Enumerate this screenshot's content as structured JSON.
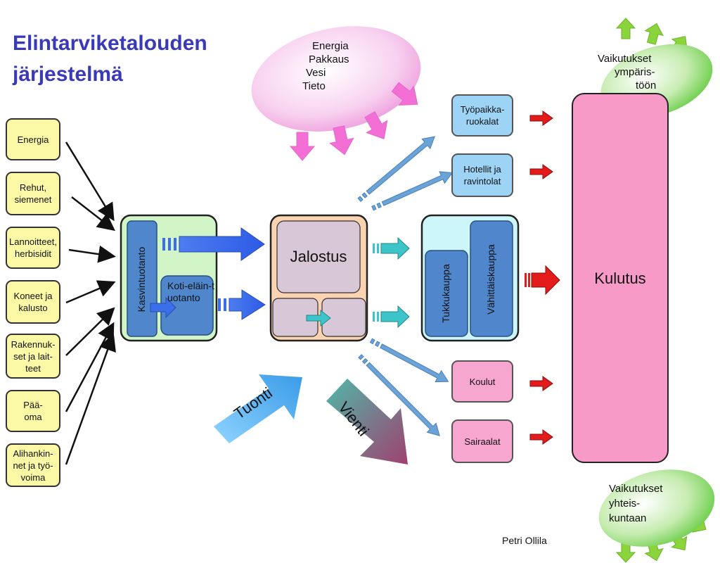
{
  "title": {
    "line1": "Elintarviketalouden",
    "line2": "järjestelmä"
  },
  "inputs": [
    "Energia",
    "Rehut, siemenet",
    "Lannoitteet, herbisidit",
    "Koneet ja kalusto",
    "Rakennuk-set ja lait-teet",
    "Pää-oma",
    "Alihankin-net ja työ-voima"
  ],
  "resources_cloud": {
    "items": [
      "Energia",
      "Pakkaus",
      "Vesi",
      "Tieto"
    ]
  },
  "production": {
    "kasvintuotanto": "Kasvintuotanto",
    "kotielaintuotanto": "Koti-eläin-tuotanto"
  },
  "jalostus": "Jalostus",
  "trade": {
    "tukkukauppa": "Tukkukauppa",
    "vahittaiskauppa": "Vähittäiskauppa"
  },
  "outlets": {
    "tyopaikka": "Työpaikka-ruokalat",
    "hotellit": "Hotellit ja ravintolat",
    "koulut": "Koulut",
    "sairaalat": "Sairaalat"
  },
  "kulutus": "Kulutus",
  "impact_env": {
    "line1": "Vaikutukset",
    "line2": "ympäris-",
    "line3": "töön"
  },
  "impact_soc": {
    "line1": "Vaikutukset",
    "line2": "yhteis-",
    "line3": "kuntaan"
  },
  "tuonti": "Tuonti",
  "vienti": "Vienti",
  "author": "Petri Ollila",
  "colors": {
    "title": "#3a3ab8",
    "input_fill": "#fbf8a6",
    "production_fill": "#d2f5c8",
    "jalostus_fill": "#fbd3b0",
    "trade_fill": "#cdf6fb",
    "kulutus_fill": "#f79ac8",
    "cloud": "#f7c6ec",
    "impact": "#7fd36a"
  }
}
